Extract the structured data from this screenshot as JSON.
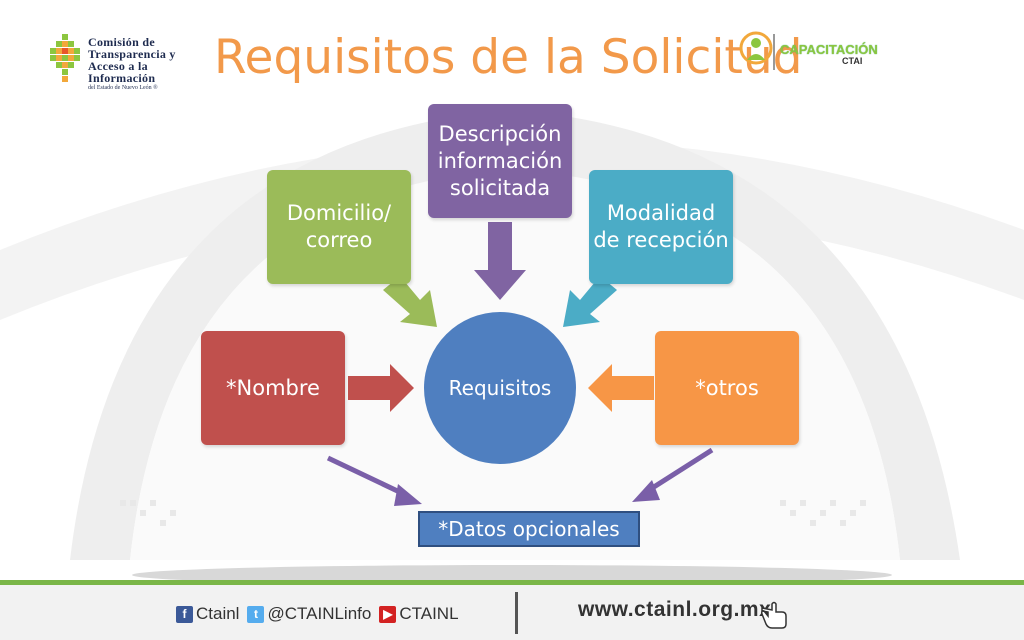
{
  "title": "Requisitos de la Solicitud",
  "logo_left": {
    "lines": [
      "Comisión de",
      "Transparencia y",
      "Acceso a la",
      "Información"
    ],
    "subline": "del Estado de Nuevo León ®"
  },
  "logo_right": {
    "brand": "CAPACITACIÓN",
    "sub": "CTAI"
  },
  "diagram": {
    "center": "Requisitos",
    "boxes": {
      "nombre": "*Nombre",
      "domicilio": "Domicilio/ correo",
      "descripcion": "Descripción información solicitada",
      "modalidad": "Modalidad de recepción",
      "otros": "*otros"
    },
    "optional": "*Datos opcionales"
  },
  "colors": {
    "title": "#f2994a",
    "nombre": "#c0504d",
    "domicilio": "#9bbb59",
    "descripcion": "#8064a2",
    "modalidad": "#4bacc6",
    "otros": "#f79646",
    "center": "#4f7fc0",
    "footer_accent": "#7ab648"
  },
  "footer": {
    "facebook": "Ctainl",
    "twitter": "@CTAINLinfo",
    "youtube": "CTAINL",
    "website": "www.ctainl.org.mx"
  }
}
